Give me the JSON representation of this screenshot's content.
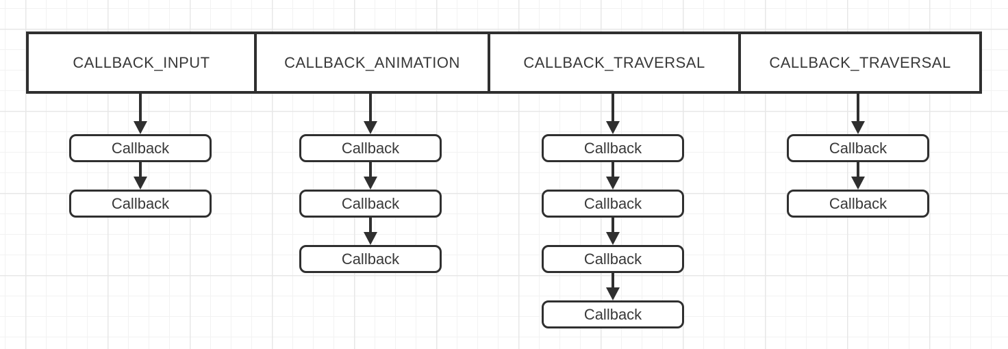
{
  "diagram": {
    "title": "callback-chains-diagram",
    "header": {
      "cells": [
        {
          "label": "CALLBACK_INPUT"
        },
        {
          "label": "CALLBACK_ANIMATION"
        },
        {
          "label": "CALLBACK_TRAVERSAL"
        },
        {
          "label": "CALLBACK_TRAVERSAL"
        }
      ]
    },
    "columns": [
      {
        "group": "CALLBACK_INPUT",
        "nodes": [
          {
            "label": "Callback"
          },
          {
            "label": "Callback"
          }
        ]
      },
      {
        "group": "CALLBACK_ANIMATION",
        "nodes": [
          {
            "label": "Callback"
          },
          {
            "label": "Callback"
          },
          {
            "label": "Callback"
          }
        ]
      },
      {
        "group": "CALLBACK_TRAVERSAL",
        "nodes": [
          {
            "label": "Callback"
          },
          {
            "label": "Callback"
          },
          {
            "label": "Callback"
          },
          {
            "label": "Callback"
          }
        ]
      },
      {
        "group": "CALLBACK_TRAVERSAL",
        "nodes": [
          {
            "label": "Callback"
          },
          {
            "label": "Callback"
          }
        ]
      }
    ],
    "colors": {
      "stroke": "#2f2f2f",
      "text": "#383838",
      "shape_fill": "#ffffff",
      "grid_minor": "#f2f2f2",
      "grid_major": "#e7e7e7",
      "canvas": "#ffffff"
    }
  }
}
